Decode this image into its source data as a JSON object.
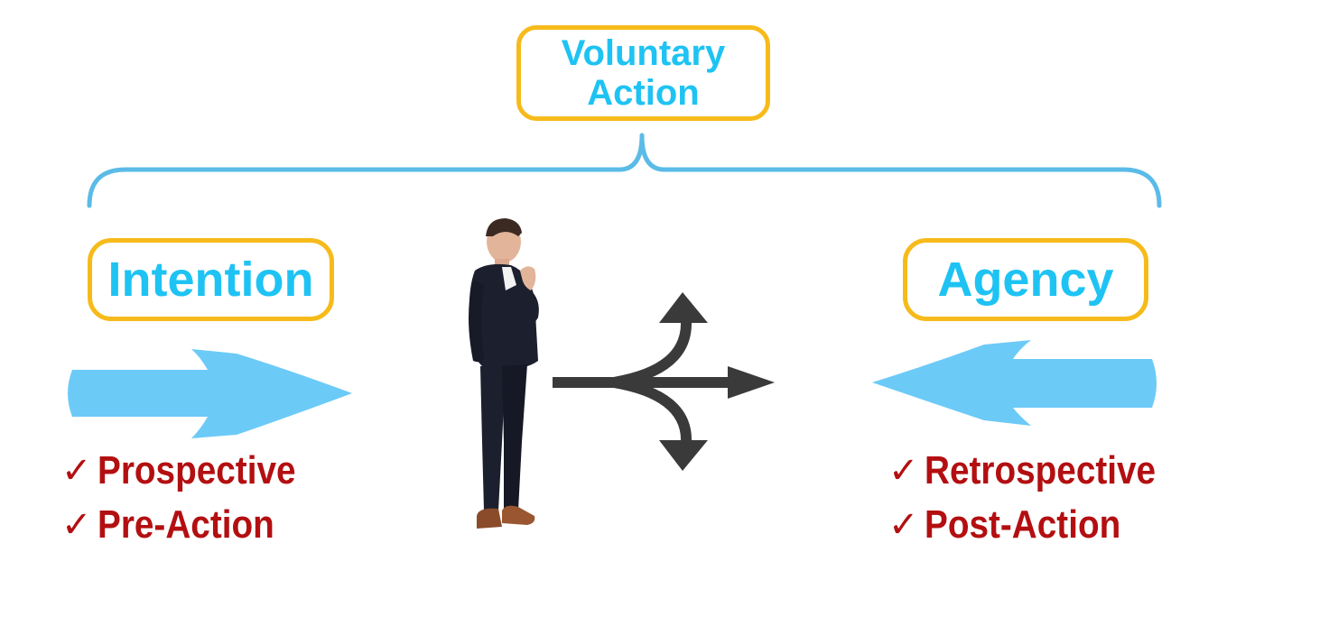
{
  "top_box": {
    "line1": "Voluntary",
    "line2": "Action"
  },
  "left": {
    "label": "Intention",
    "items": [
      {
        "check": "✓",
        "text": "Prospective"
      },
      {
        "check": "✓",
        "text": "Pre-Action"
      }
    ]
  },
  "right": {
    "label": "Agency",
    "items": [
      {
        "check": "✓",
        "text": "Retrospective"
      },
      {
        "check": "✓",
        "text": "Post-Action"
      }
    ]
  },
  "colors": {
    "box_border": "#f6bb1b",
    "label_text": "#1ec3f3",
    "brace": "#5bbbe8",
    "big_arrow": "#6ccaf7",
    "list_text": "#b30f11",
    "fork_arrow": "#3a3a3a"
  }
}
